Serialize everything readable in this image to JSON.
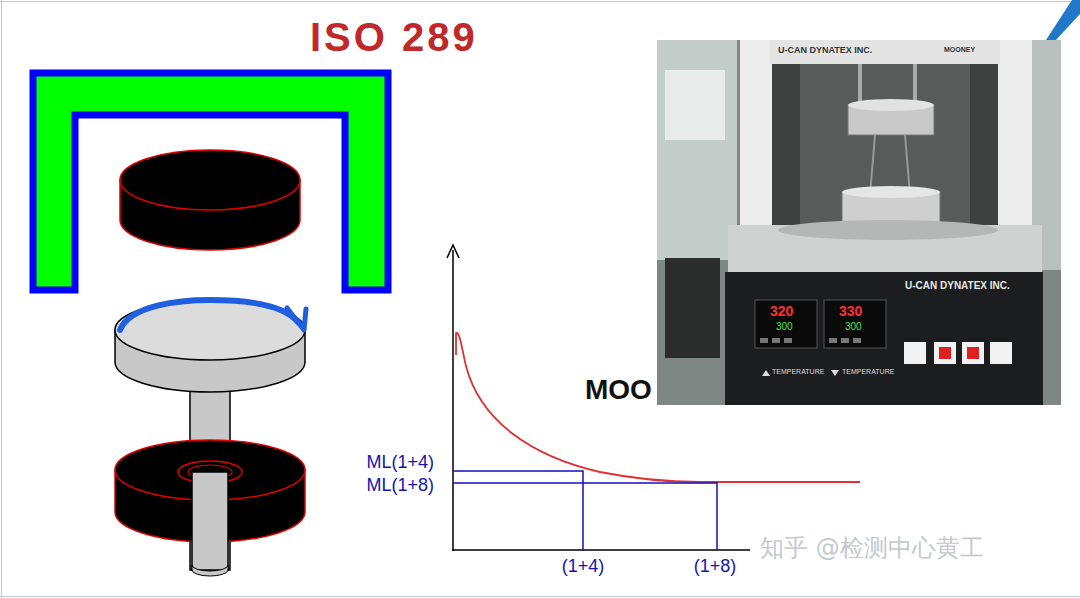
{
  "diagram": {
    "title": "ISO 289",
    "labels": [
      "ML(1+4)",
      "ML(1+8)",
      "(1+4)",
      "(1+8)",
      "MOO",
      "U-CAN DYNATEX INC.",
      "MOONEY",
      "U-CAN DYNATEX INC.",
      "320",
      "300",
      "330",
      "300",
      "TEMPERATURE",
      "TEMPERATURE",
      "知乎 @检测中心黄工"
    ]
  }
}
